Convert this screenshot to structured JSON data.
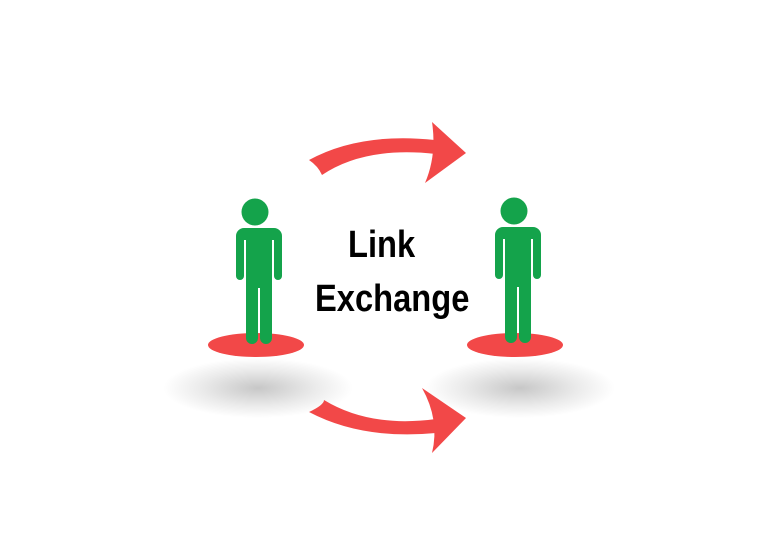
{
  "diagram": {
    "title_lines": [
      "Link",
      "Exchange"
    ],
    "nodes": [
      {
        "id": "person-left",
        "icon": "person-icon",
        "position": "left"
      },
      {
        "id": "person-right",
        "icon": "person-icon",
        "position": "right"
      }
    ],
    "edges": [
      {
        "from": "person-left",
        "to": "person-right",
        "icon": "curved-arrow-icon",
        "position": "top"
      },
      {
        "from": "person-left",
        "to": "person-right",
        "icon": "curved-arrow-icon",
        "position": "bottom"
      }
    ],
    "colors": {
      "person": "#14a34b",
      "platform": "#f24848",
      "arrow": "#f24848",
      "text": "#000000",
      "background": "#ffffff"
    }
  }
}
